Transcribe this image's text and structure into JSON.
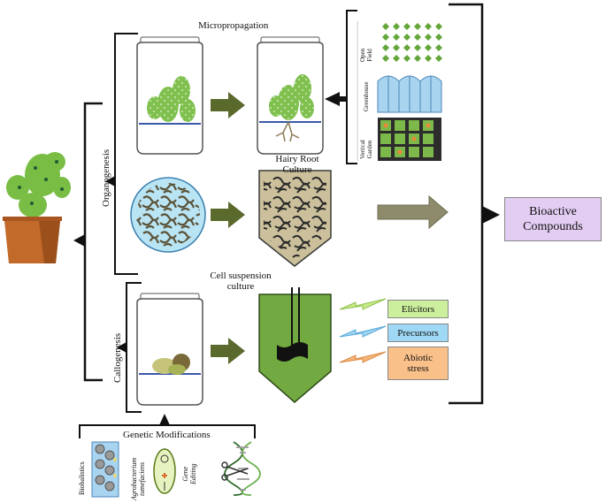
{
  "labels": {
    "micropropagation": "Micropropagation",
    "hairy_root_line1": "Hairy Root",
    "hairy_root_line2": "Culture",
    "cell_suspension_line1": "Cell suspension",
    "cell_suspension_line2": "culture",
    "organogenesis": "Organogenesis",
    "callogenesis": "Callogenesis",
    "genetic_modifications": "Genetic Modifications",
    "open_field_line1": "Open",
    "open_field_line2": "Field",
    "greenhouse": "Greenhouse",
    "vertical_garden_line1": "Vertical",
    "vertical_garden_line2": "Garden",
    "biobalistics": "Biobalistics",
    "agrobacterium_line1": "Agrobacterium",
    "agrobacterium_line2": "tumefaciens",
    "gene_editing_line1": "Gene",
    "gene_editing_line2": "Editing",
    "bioactive_line1": "Bioactive",
    "bioactive_line2": "Compounds"
  },
  "treatments": [
    {
      "label": "Elicitors",
      "color": "#ccef9e",
      "bolt_color": "#c8ea88"
    },
    {
      "label": "Precursors",
      "color": "#9fd8f4",
      "bolt_color": "#9cd5f2"
    },
    {
      "label": "Abiotic\nstress",
      "color": "#f9c08a",
      "bolt_color": "#f6b57a"
    }
  ],
  "colors": {
    "arrow": "#5a6a2c",
    "output_arrow": "#8e8b6c",
    "bioactive_fill": "#e3cdf3",
    "bioreactor": "#72a940",
    "hairy_root_container": "#cbc09b",
    "petri": "#b9e4f4",
    "plant": "#7fc04f",
    "pot": "#c26a2a"
  },
  "icons": [
    "cactus-icon",
    "jar-icon",
    "petri-dish-icon",
    "bioreactor-icon",
    "lightning-icon",
    "dna-icon",
    "scissors-icon",
    "gene-gun-icon"
  ]
}
